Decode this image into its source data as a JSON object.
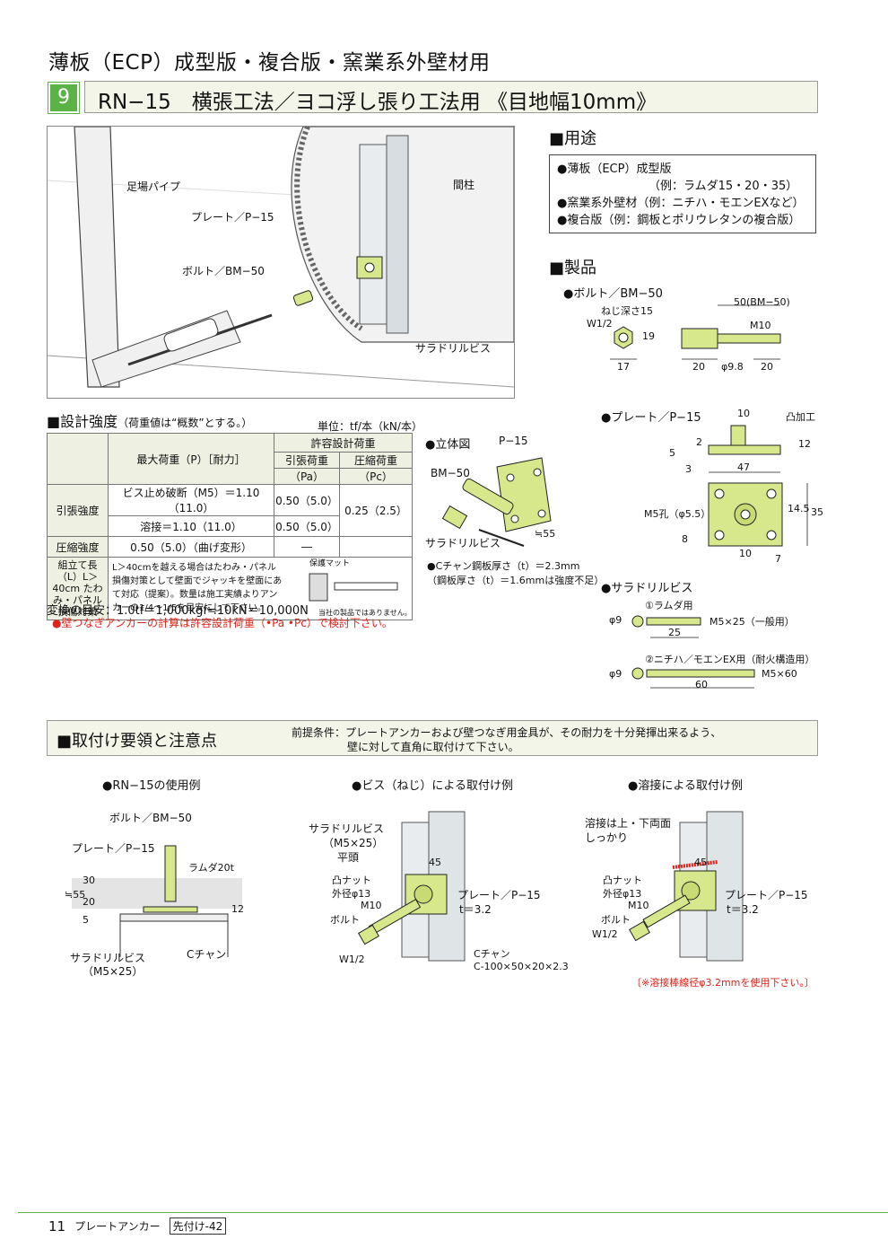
{
  "header": {
    "title": "薄板（ECP）成型版・複合版・窯業系外壁材用",
    "section_num": "9",
    "section_title": "RN−15　横張工法／ヨコ浮し張り工法用 《目地幅10mm》"
  },
  "illustration": {
    "labels": {
      "pipe": "足場パイプ",
      "post": "間柱",
      "plate": "プレート／P−15",
      "bolt": "ボルト／BM−50",
      "screw": "サラドリルビス"
    }
  },
  "usage": {
    "heading": "■用途",
    "lines": [
      "●薄板（ECP）成型版",
      "（例：ラムダ15・20・35）",
      "●窯業系外壁材（例：ニチハ・モエンEXなど）",
      "●複合版（例：鋼板とポリウレタンの複合版）"
    ]
  },
  "products": {
    "heading": "■製品",
    "bolt": {
      "title": "●ボルト／BM−50",
      "dims": [
        "ねじ深さ15",
        "W1/2",
        "19",
        "17",
        "20",
        "φ9.8",
        "20",
        "50(BM−50)",
        "M10"
      ]
    },
    "plate": {
      "title": "●プレート／P−15",
      "dims": [
        "10",
        "凸加工",
        "2",
        "5",
        "3",
        "12",
        "47",
        "M5孔（φ5.5）",
        "14.5",
        "35",
        "8",
        "10",
        "7"
      ]
    },
    "screw": {
      "title": "●サラドリルビス",
      "items": [
        {
          "name": "①ラムダ用",
          "phi": "φ9",
          "len": "25",
          "spec": "M5×25（一般用）"
        },
        {
          "name": "②ニチハ／モエンEX用（耐火構造用）",
          "phi": "φ9",
          "len": "60",
          "spec": "M5×60"
        }
      ]
    }
  },
  "strength": {
    "heading": "■設計強度",
    "heading_sub": "（荷重値は“概数”とする。）",
    "unit": "単位：tf/本（kN/本）",
    "col_max": "最大荷重（P）［耐力］",
    "col_allow": "許容設計荷重",
    "col_pa": "引張荷重",
    "col_pa2": "（Pa）",
    "col_pc": "圧縮荷重",
    "col_pc2": "（Pc）",
    "row_tension": "引張強度",
    "row_t1_desc": "ビス止め破断（M5）＝1.10（11.0）",
    "row_t1_pa": "0.50（5.0）",
    "row_t2_desc": "溶接＝1.10（11.0）",
    "row_t2_pa": "0.50（5.0）",
    "row_t_pc": "0.25（2.5）",
    "row_comp": "圧縮強度",
    "row_comp_desc": "0.50（5.0）（曲げ変形）",
    "row_comp_pa": "―",
    "row_long": "組立て長（L）L＞40cm たわみ・パネル損傷対策",
    "row_long_desc": "L＞40cmを越える場合はたわみ・パネル損傷対策として壁面でジャッキを壁面にあて対応（提案）。数量は施工実績よりアンカーの1/4〜1/5を目安にして下さい。",
    "mat_label": "保護マット",
    "mat_note": "当社の製品ではありません。",
    "conversion": "変換の目安：1.0tf＝1,000kgf≒10kN＝10,000N",
    "warning": "●壁つなぎアンカーの計算は許容設計荷重（•Pa •Pc）で検討下さい。"
  },
  "iso": {
    "title": "●立体図",
    "p15": "P−15",
    "bm50": "BM−50",
    "screw": "サラドリルビス",
    "len": "≒55",
    "note1": "●Cチャン鋼板厚さ（t）＝2.3mm",
    "note2": "（鋼板厚さ（t）＝1.6mmは強度不足）"
  },
  "install": {
    "heading": "■取付け要領と注意点",
    "premise_1": "前提条件：プレートアンカーおよび壁つなぎ用金具が、その耐力を十分発揮出来るよう、",
    "premise_2": "壁に対して直角に取付けて下さい。",
    "ex1": {
      "title": "●RN−15の使用例",
      "labels": [
        "ボルト／BM−50",
        "プレート／P−15",
        "ラムダ20t",
        "≒55",
        "30",
        "20",
        "5",
        "12",
        "サラドリルビス",
        "（M5×25）",
        "Cチャン"
      ]
    },
    "ex2": {
      "title": "●ビス（ねじ）による取付け例",
      "labels": [
        "サラドリルビス",
        "（M5×25）",
        "平頭",
        "45",
        "凸ナット",
        "外径φ13",
        "M10",
        "ボルト",
        "プレート／P−15",
        "t＝3.2",
        "W1/2",
        "Cチャン",
        "C-100×50×20×2.3"
      ]
    },
    "ex3": {
      "title": "●溶接による取付け例",
      "labels": [
        "溶接は上・下両面",
        "しっかり",
        "45",
        "凸ナット",
        "外径φ13",
        "M10",
        "ボルト",
        "プレート／P−15",
        "t＝3.2",
        "W1/2"
      ],
      "note": "〔※溶接棒線径φ3.2mmを使用下さい。〕"
    }
  },
  "footer": {
    "page": "11",
    "label": "プレートアンカー",
    "tag": "先付け-42"
  },
  "colors": {
    "accent": "#5bb347",
    "part": "#d7e88c",
    "warning": "#e0231a",
    "band": "#f3f5e8"
  }
}
